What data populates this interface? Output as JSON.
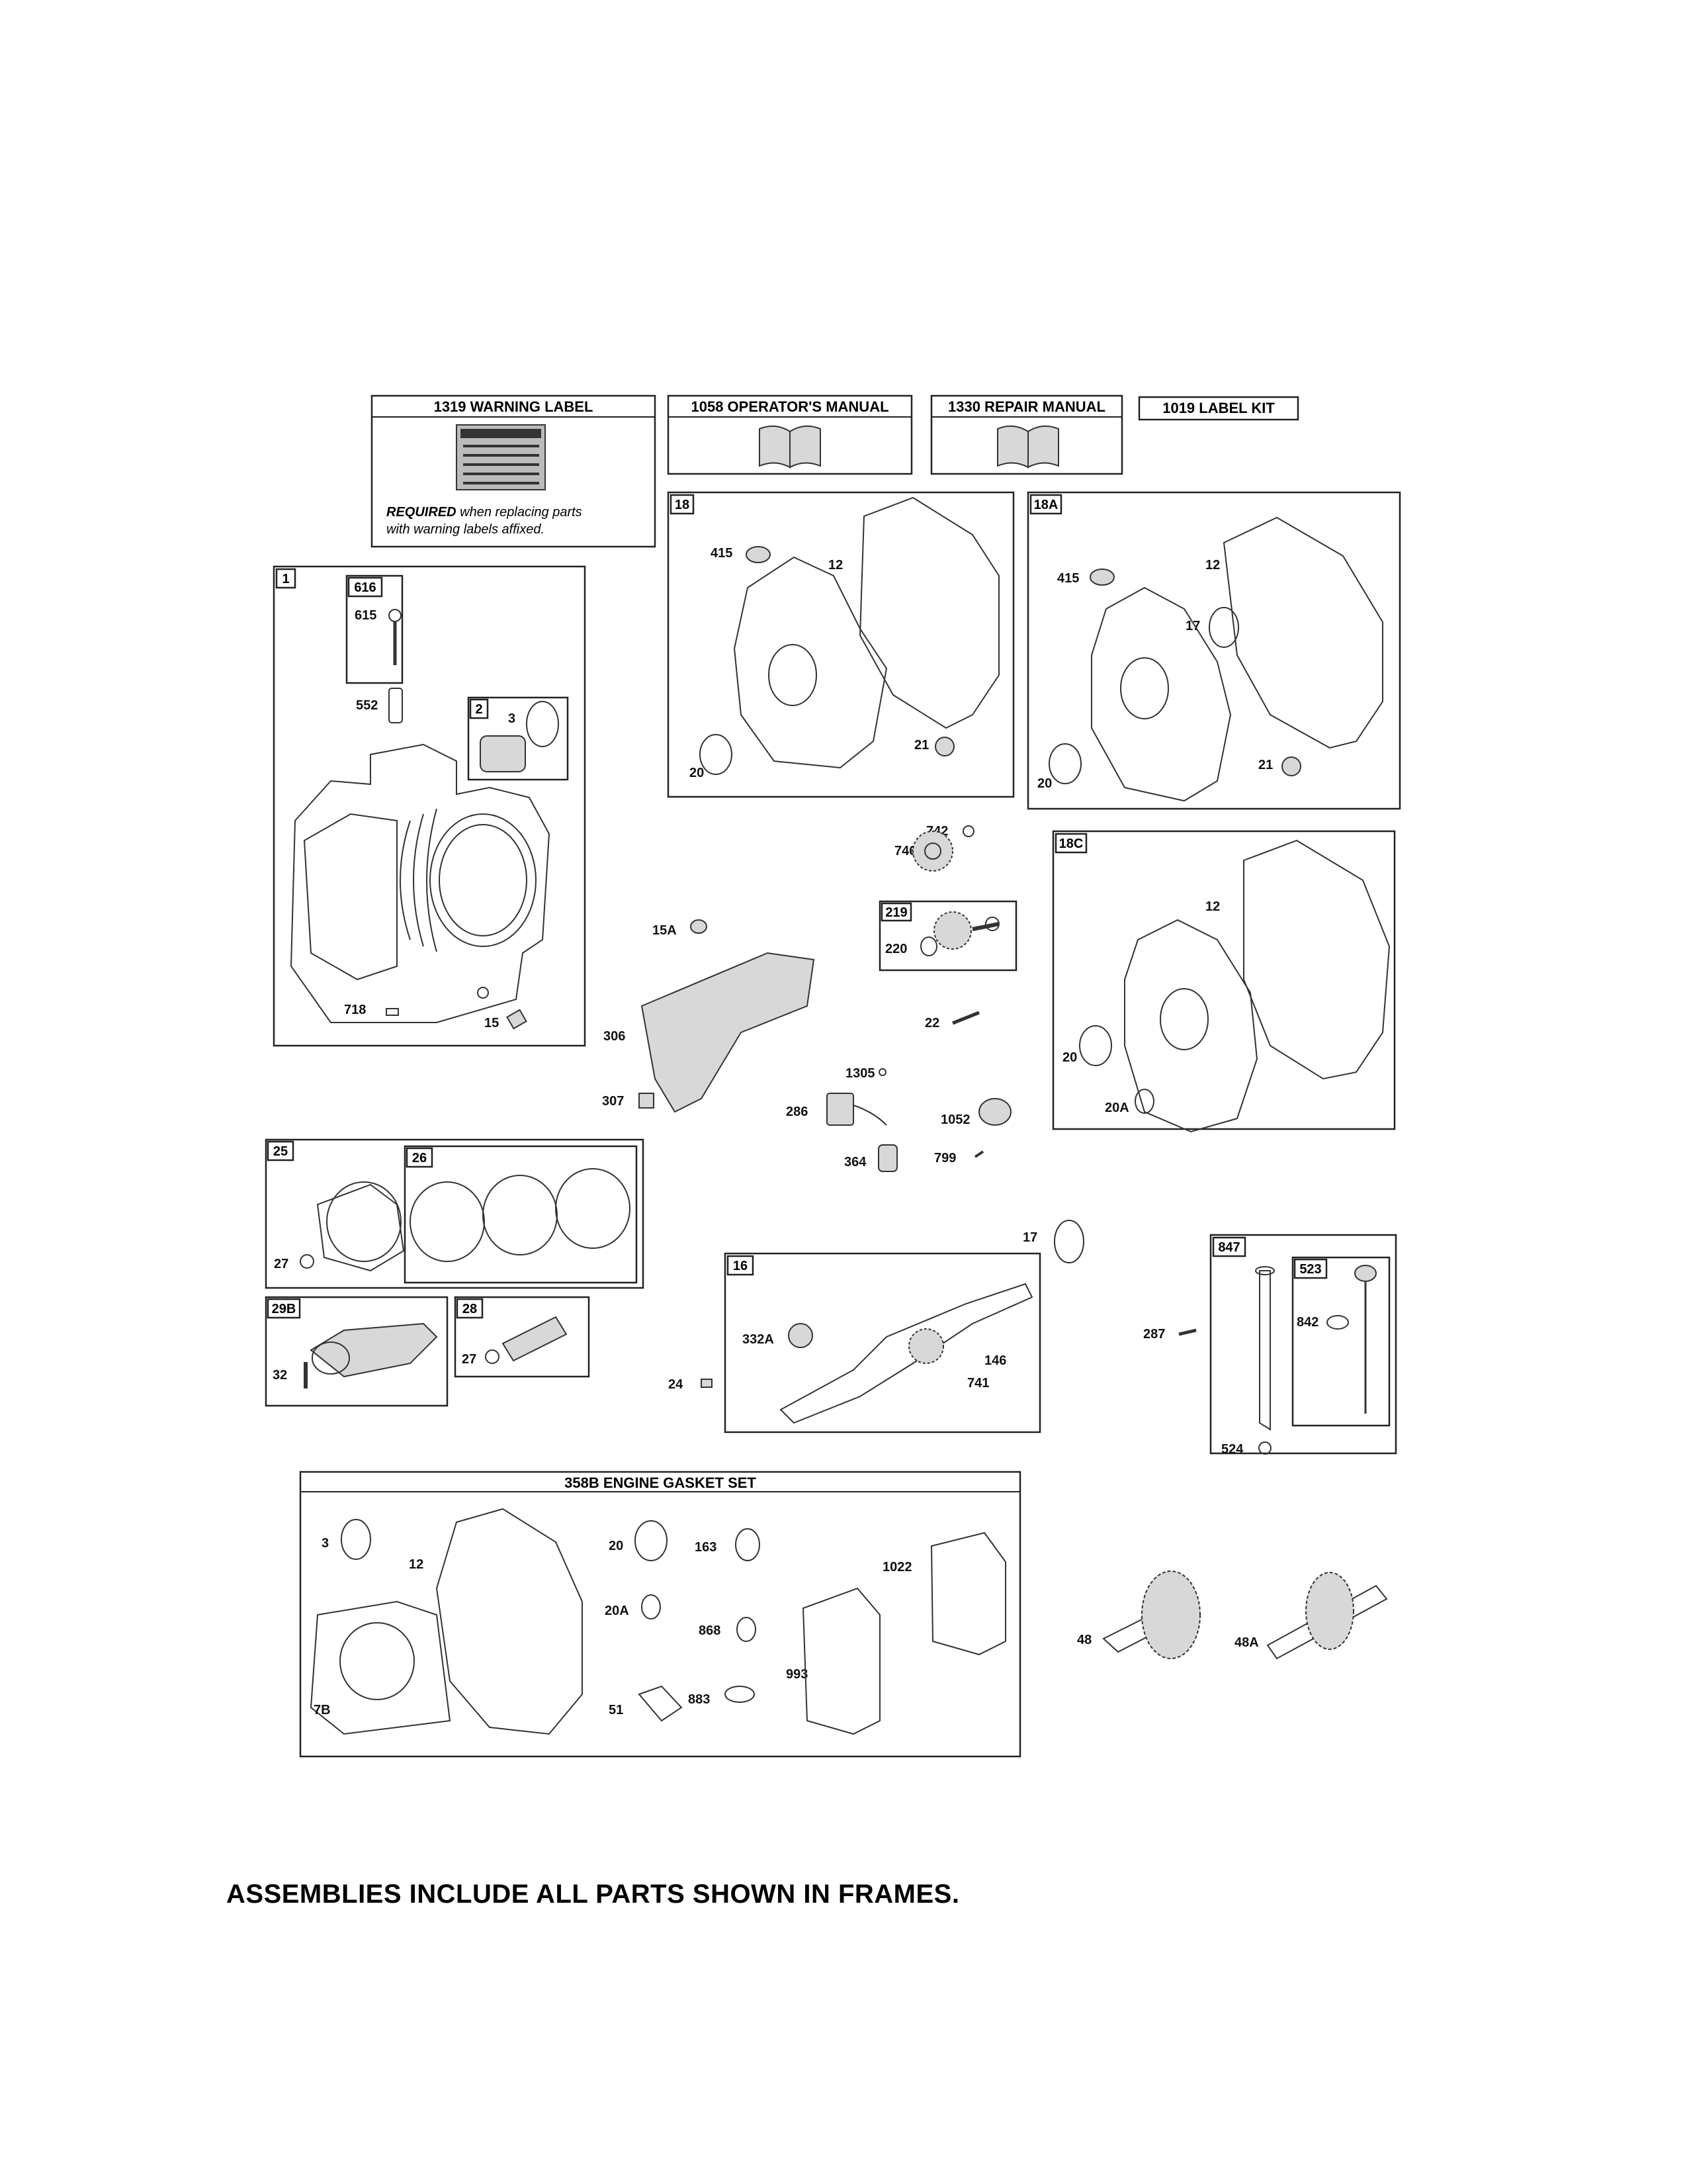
{
  "headers": {
    "warning_label": "1319 WARNING LABEL",
    "warning_note_bold": "REQUIRED",
    "warning_note_line1": " when replacing parts",
    "warning_note_line2": "with warning labels affixed.",
    "operators_manual": "1058 OPERATOR'S MANUAL",
    "repair_manual": "1330 REPAIR MANUAL",
    "label_kit": "1019 LABEL KIT",
    "gasket_set": "358B ENGINE GASKET SET"
  },
  "frame_tags": {
    "f1": "1",
    "f616": "616",
    "f2": "2",
    "f18": "18",
    "f18A": "18A",
    "f18C": "18C",
    "f219": "219",
    "f25": "25",
    "f26": "26",
    "f29B": "29B",
    "f28": "28",
    "f16": "16",
    "f847": "847",
    "f523": "523"
  },
  "callouts": {
    "c615": "615",
    "c552": "552",
    "c3a": "3",
    "c718": "718",
    "c15": "15",
    "c415a": "415",
    "c12a": "12",
    "c20a": "20",
    "c21a": "21",
    "c415b": "415",
    "c12b": "12",
    "c17a": "17",
    "c20b": "20",
    "c21b": "21",
    "c742": "742",
    "c746": "746",
    "c220": "220",
    "c22": "22",
    "c15A": "15A",
    "c306": "306",
    "c307": "307",
    "c1305": "1305",
    "c286": "286",
    "c1052": "1052",
    "c364": "364",
    "c799": "799",
    "c12c": "12",
    "c20c": "20",
    "c20Ac": "20A",
    "c27a": "27",
    "c32": "32",
    "c27b": "27",
    "c17b": "17",
    "c332A": "332A",
    "c146": "146",
    "c741": "741",
    "c24": "24",
    "c287": "287",
    "c842": "842",
    "c524": "524",
    "c3g": "3",
    "c12g": "12",
    "c20g": "20",
    "c163": "163",
    "c1022": "1022",
    "c20Ag": "20A",
    "c868": "868",
    "c993": "993",
    "c883": "883",
    "c51": "51",
    "c7B": "7B",
    "c48": "48",
    "c48A": "48A"
  },
  "footer_note": "ASSEMBLIES INCLUDE ALL PARTS SHOWN IN FRAMES."
}
